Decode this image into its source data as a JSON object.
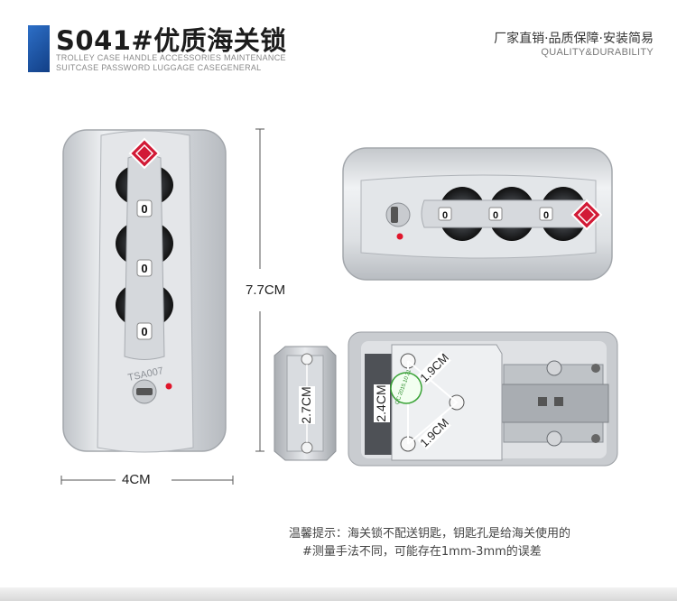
{
  "header": {
    "title": "S041#优质海关锁",
    "sub_line1": "TROLLEY CASE HANDLE ACCESSORIES MAINTENANCE",
    "sub_line2": "SUITCASE PASSWORD  LUGGAGE CASEGENERAL",
    "slogan": "厂家直销·品质保障·安装简易",
    "quality": "QUALITY&DURABILITY"
  },
  "dimensions": {
    "height": "7.7CM",
    "width": "4CM",
    "plate_height": "2.7CM",
    "back_a": "1.9CM",
    "back_b": "2.4CM",
    "back_c": "1.9CM"
  },
  "lock": {
    "dials": [
      "0",
      "0",
      "0"
    ],
    "tsa_text": "TSA007",
    "stamp": "QC 2015.10 21"
  },
  "note": {
    "line1": "温馨提示：海关锁不配送钥匙，钥匙孔是给海关使用的",
    "line2": "#测量手法不同，可能存在1mm-3mm的误差"
  },
  "colors": {
    "accent": "#1e56a8",
    "tsa_red": "#d21a36",
    "metal": "#d9dce0"
  }
}
